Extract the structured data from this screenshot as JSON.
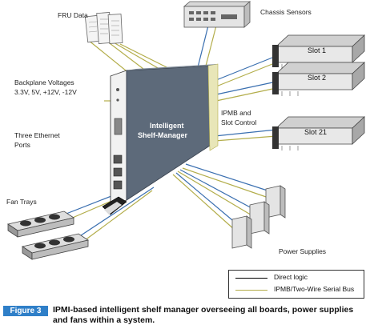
{
  "labels": {
    "fru_data": "FRU Data",
    "chassis_sensors": "Chassis Sensors",
    "backplane_voltages_line1": "Backplane Voltages",
    "backplane_voltages_line2": "3.3V, 5V, +12V, -12V",
    "three_ethernet_line1": "Three Ethernet",
    "three_ethernet_line2": "Ports",
    "fan_trays": "Fan Trays",
    "ipmb_slot_line1": "IPMB and",
    "ipmb_slot_line2": "Slot Control",
    "power_supplies": "Power Supplies",
    "shelf_manager_line1": "Intelligent",
    "shelf_manager_line2": "Shelf-Manager"
  },
  "slots": [
    "Slot 1",
    "Slot 2",
    "Slot 21"
  ],
  "legend": {
    "direct_logic": "Direct logic",
    "ipmb_bus": "IPMB/Two-Wire Serial Bus"
  },
  "caption": {
    "badge": "Figure 3",
    "text": "IPMI-based intelligent shelf manager overseeing all boards, power supplies and fans within a system."
  },
  "colors": {
    "direct_logic": "#3a6fb0",
    "ipmb_bus": "#b3ad4a",
    "shelf_manager": "#5d6a7a",
    "badge": "#2f7fc8"
  }
}
